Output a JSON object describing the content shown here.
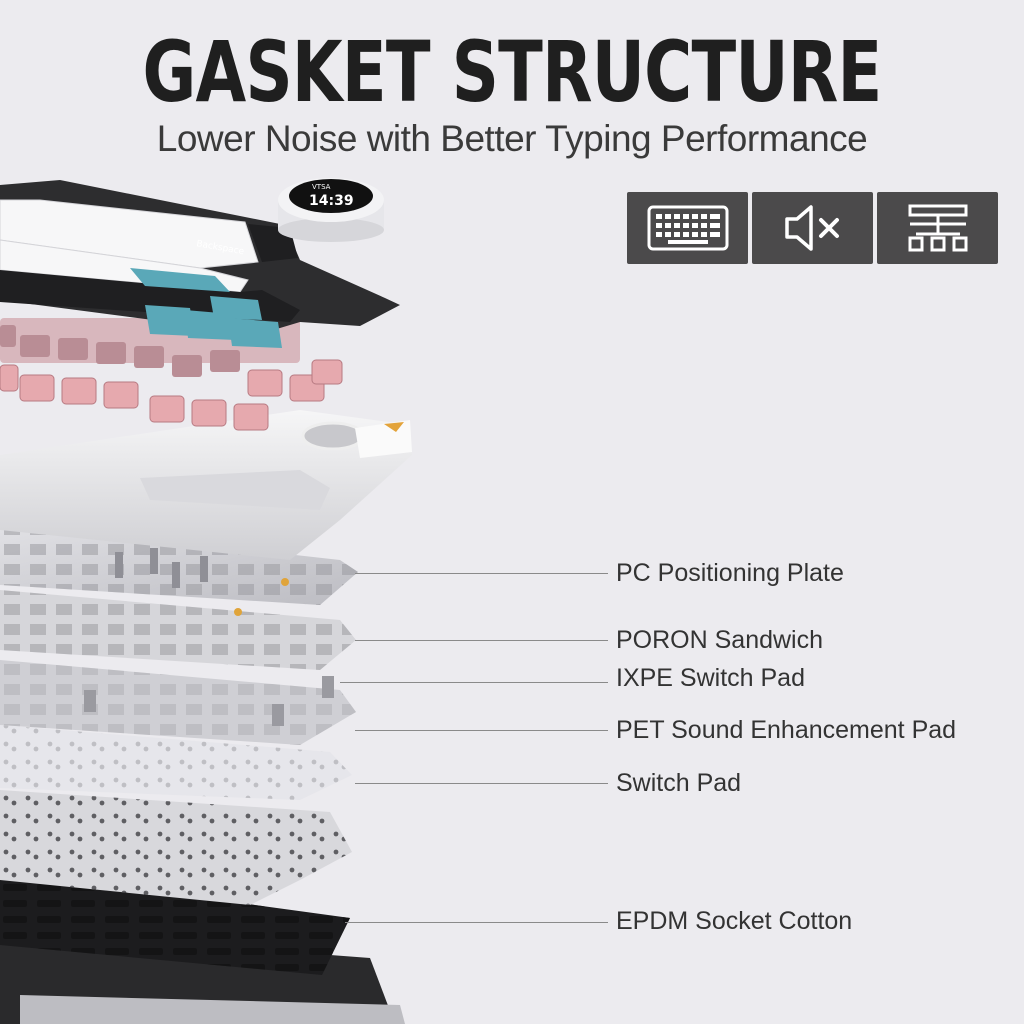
{
  "header": {
    "title": "GASKET STRUCTURE",
    "subtitle": "Lower Noise with Better Typing Performance"
  },
  "feature_icons": [
    {
      "icon": "keyboard-icon"
    },
    {
      "icon": "mute-icon"
    },
    {
      "icon": "layers-structure-icon"
    }
  ],
  "knob_display": {
    "brand": "VTSA",
    "time": "14:39"
  },
  "keycaps": {
    "backspace": "Backspace"
  },
  "layers": [
    {
      "label": "PC Positioning Plate"
    },
    {
      "label": "PORON Sandwich"
    },
    {
      "label": "IXPE Switch Pad"
    },
    {
      "label": "PET Sound Enhancement Pad"
    },
    {
      "label": "Switch Pad"
    },
    {
      "label": "EPDM Socket Cotton"
    }
  ],
  "colors": {
    "background": "#ecebef",
    "icon_tile": "#4b4a4b",
    "accent_teal": "#5aa8b8",
    "switch_pink": "#d9959c"
  }
}
